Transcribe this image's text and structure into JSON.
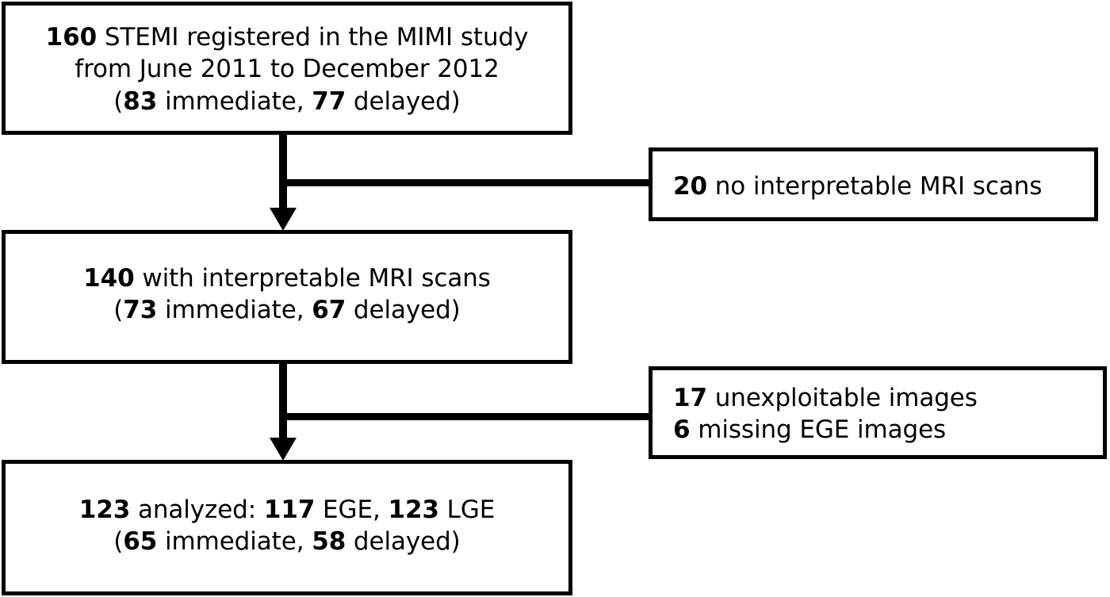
{
  "diagram": {
    "title": "STEMI MIMI study patient flow diagram",
    "type": "flowchart",
    "background_color": "#ffffff",
    "line_color": "#000000"
  },
  "nodes": {
    "enrolled": {
      "line1_count": "160",
      "line1_rest": " STEMI registered in the MIMI study",
      "line2": "from June 2011 to December 2012",
      "line3_open": "(",
      "line3_immediate_count": "83",
      "line3_immediate_label": " immediate, ",
      "line3_delayed_count": "77",
      "line3_delayed_label": " delayed)"
    },
    "interpretable": {
      "line1_count": "140",
      "line1_rest": " with interpretable MRI scans",
      "line2_open": "(",
      "line2_immediate_count": "73",
      "line2_immediate_label": " immediate, ",
      "line2_delayed_count": "67",
      "line2_delayed_label": " delayed)"
    },
    "analyzed": {
      "line1_count": "123",
      "line1_mid": " analyzed: ",
      "line1_ege_count": "117",
      "line1_ege_label": " EGE, ",
      "line1_lge_count": "123",
      "line1_lge_label": " LGE",
      "line2_open": "(",
      "line2_immediate_count": "65",
      "line2_immediate_label": " immediate, ",
      "line2_delayed_count": "58",
      "line2_delayed_label": " delayed)"
    },
    "excluded_mri": {
      "line1_count": "20",
      "line1_rest": " no interpretable MRI scans"
    },
    "excluded_images": {
      "line1_count": "17",
      "line1_rest": " unexploitable images",
      "line2_count": "6",
      "line2_rest": " missing EGE images"
    }
  },
  "connectors": [
    {
      "name": "enrolled-to-interpretable",
      "from": "enrolled",
      "to": "interpretable",
      "branch_to": "excluded_mri",
      "arrow": "down"
    },
    {
      "name": "interpretable-to-analyzed",
      "from": "interpretable",
      "to": "analyzed",
      "branch_to": "excluded_images",
      "arrow": "down"
    }
  ]
}
